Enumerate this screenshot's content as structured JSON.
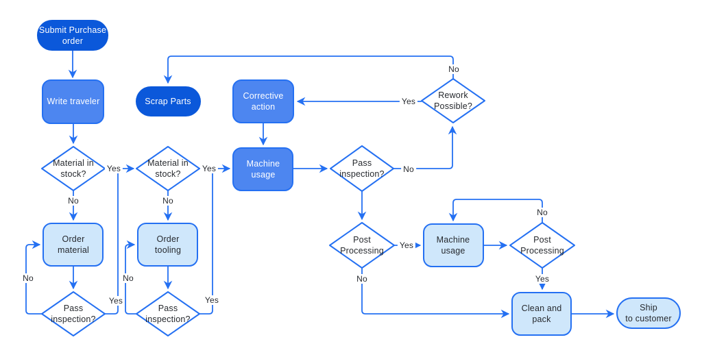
{
  "colors": {
    "line": "#2470f2",
    "dark_fill": "#0b58da",
    "medium_fill": "#4d86f0",
    "light_fill": "#cfe7fb",
    "diamond_fill": "#ffffff",
    "text_light": "#ffffff",
    "text_dark": "#26292e",
    "canvas_bg": "#ffffff"
  },
  "labels": {
    "yes": "Yes",
    "no": "No"
  },
  "nodes": {
    "submit_purchase_order": {
      "label": "Submit Purchase\norder",
      "type": "terminal"
    },
    "write_traveler": {
      "label": "Write traveler",
      "type": "process"
    },
    "scrap_parts": {
      "label": "Scrap Parts",
      "type": "terminal"
    },
    "corrective_action": {
      "label": "Corrective\naction",
      "type": "process"
    },
    "material_in_stock_1": {
      "label": "Material in\nstock?",
      "type": "decision"
    },
    "material_in_stock_2": {
      "label": "Material in\nstock?",
      "type": "decision"
    },
    "machine_usage_1": {
      "label": "Machine\nusage",
      "type": "process"
    },
    "pass_inspection_1": {
      "label": "Pass\ninspection?",
      "type": "decision"
    },
    "pass_inspection_2": {
      "label": "Pass\ninspection?",
      "type": "decision"
    },
    "pass_inspection_3": {
      "label": "Pass\ninspection?",
      "type": "decision"
    },
    "rework_possible": {
      "label": "Rework\nPossible?",
      "type": "decision"
    },
    "order_material": {
      "label": "Order\nmaterial",
      "type": "process"
    },
    "order_tooling": {
      "label": "Order\ntooling",
      "type": "process"
    },
    "post_processing_1": {
      "label": "Post\nProcessing",
      "type": "decision"
    },
    "post_processing_2": {
      "label": "Post\nProcessing",
      "type": "decision"
    },
    "machine_usage_2": {
      "label": "Machine\nusage",
      "type": "process"
    },
    "clean_and_pack": {
      "label": "Clean and\npack",
      "type": "process"
    },
    "ship_to_customer": {
      "label": "Ship\nto customer",
      "type": "terminal"
    }
  },
  "edges": [
    {
      "from": "submit_purchase_order",
      "to": "write_traveler",
      "label": ""
    },
    {
      "from": "write_traveler",
      "to": "material_in_stock_1",
      "label": ""
    },
    {
      "from": "material_in_stock_1",
      "to": "material_in_stock_2",
      "label": "Yes"
    },
    {
      "from": "material_in_stock_1",
      "to": "order_material",
      "label": "No"
    },
    {
      "from": "order_material",
      "to": "pass_inspection_1",
      "label": ""
    },
    {
      "from": "pass_inspection_1",
      "to": "order_material",
      "label": "No"
    },
    {
      "from": "pass_inspection_1",
      "to": "material_in_stock_2",
      "label": "Yes"
    },
    {
      "from": "material_in_stock_2",
      "to": "machine_usage_1",
      "label": "Yes"
    },
    {
      "from": "material_in_stock_2",
      "to": "order_tooling",
      "label": "No"
    },
    {
      "from": "order_tooling",
      "to": "pass_inspection_2",
      "label": ""
    },
    {
      "from": "pass_inspection_2",
      "to": "order_tooling",
      "label": "No"
    },
    {
      "from": "pass_inspection_2",
      "to": "machine_usage_1",
      "label": "Yes"
    },
    {
      "from": "machine_usage_1",
      "to": "pass_inspection_3",
      "label": ""
    },
    {
      "from": "pass_inspection_3",
      "to": "rework_possible",
      "label": "No"
    },
    {
      "from": "pass_inspection_3",
      "to": "post_processing_1",
      "label": ""
    },
    {
      "from": "rework_possible",
      "to": "corrective_action",
      "label": "Yes"
    },
    {
      "from": "rework_possible",
      "to": "scrap_parts",
      "label": "No"
    },
    {
      "from": "corrective_action",
      "to": "machine_usage_1",
      "label": ""
    },
    {
      "from": "post_processing_1",
      "to": "machine_usage_2",
      "label": "Yes"
    },
    {
      "from": "post_processing_1",
      "to": "clean_and_pack",
      "label": "No"
    },
    {
      "from": "machine_usage_2",
      "to": "post_processing_2",
      "label": ""
    },
    {
      "from": "post_processing_2",
      "to": "machine_usage_2",
      "label": "No"
    },
    {
      "from": "post_processing_2",
      "to": "clean_and_pack",
      "label": "Yes"
    },
    {
      "from": "clean_and_pack",
      "to": "ship_to_customer",
      "label": ""
    }
  ]
}
